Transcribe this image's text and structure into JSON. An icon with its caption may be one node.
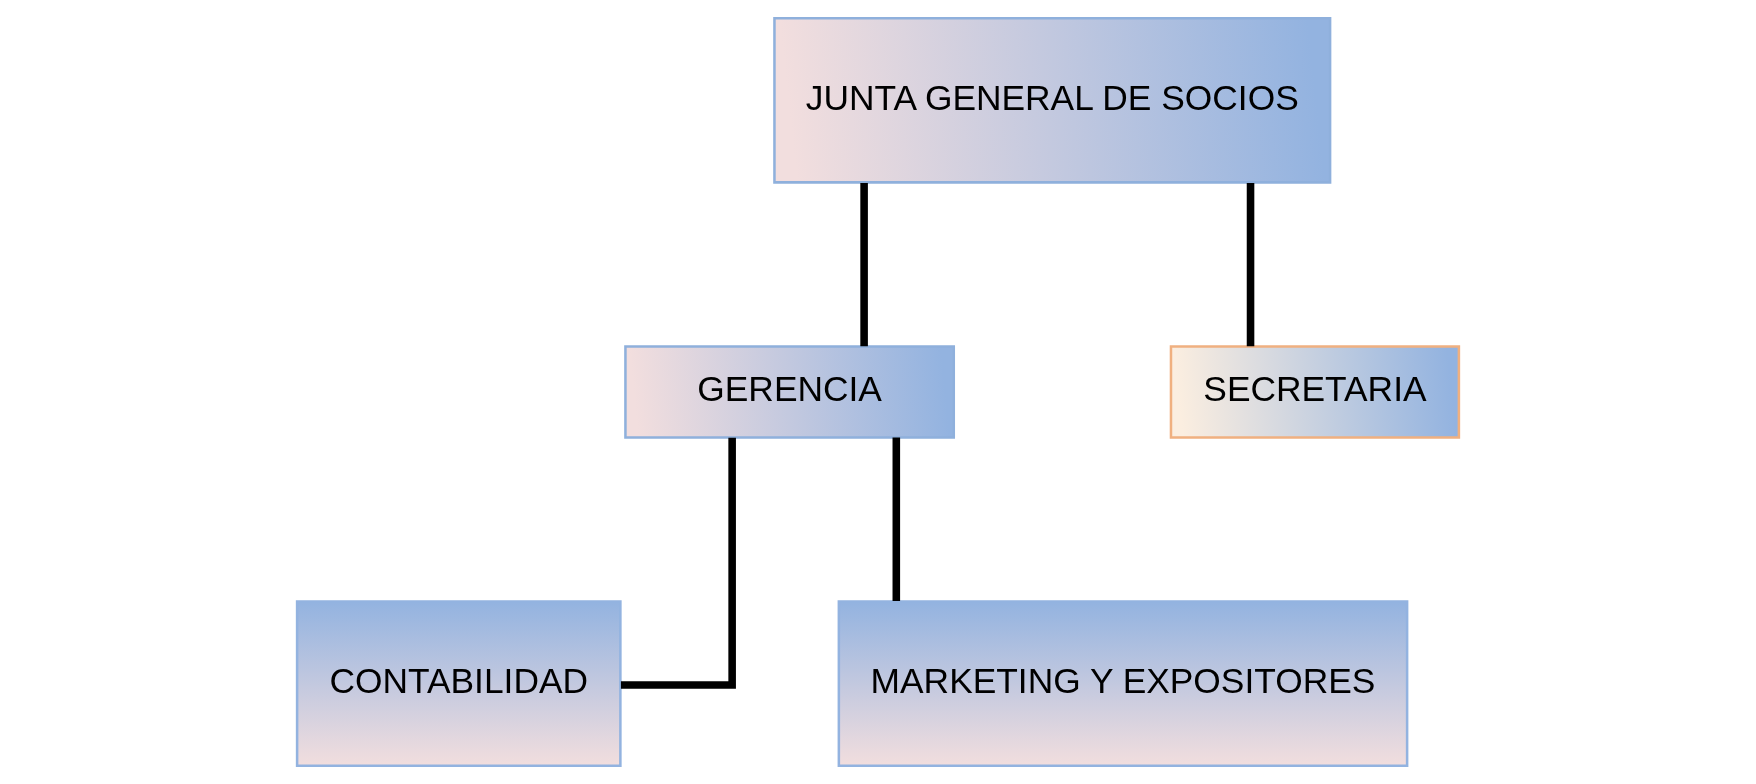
{
  "diagram": {
    "nodes": [
      {
        "text": [
          "JUNTA GENERAL DE SOCIOS"
        ]
      },
      {
        "text": [
          "GERENCIA"
        ]
      },
      {
        "text": [
          "SECRETARIA"
        ]
      },
      {
        "text": [
          "CONTABILIDAD"
        ]
      },
      {
        "text": [
          "MARKETING Y EXPOSITORES"
        ]
      }
    ],
    "edges": [
      {
        "from": 0,
        "to": 1,
        "arrow": "none"
      },
      {
        "from": 0,
        "to": 2,
        "arrow": "none"
      },
      {
        "from": 1,
        "to": 3,
        "arrow": "none"
      },
      {
        "from": 1,
        "to": 4,
        "arrow": "none"
      }
    ]
  }
}
